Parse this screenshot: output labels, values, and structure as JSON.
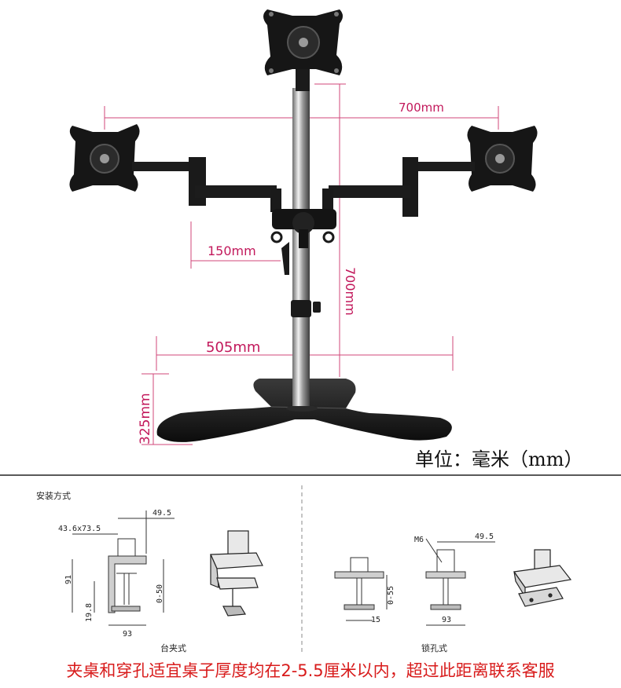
{
  "dimensions": {
    "width_top": "700mm",
    "arm_length": "150mm",
    "pole_height": "700mm",
    "base_width": "505mm",
    "base_height": "325mm"
  },
  "unit_label": "单位：毫米（mm）",
  "install": {
    "heading": "安装方式",
    "clamp": {
      "caption": "台夹式",
      "dims": {
        "top_width": "49.5",
        "plate": "43.6x73.5",
        "height": "91",
        "lower": "19.8",
        "range": "0-50",
        "base": "93"
      }
    },
    "grommet": {
      "caption": "锁孔式",
      "dims": {
        "screw": "M6",
        "top_width": "49.5",
        "range": "0-55",
        "small": "15",
        "base": "93"
      }
    }
  },
  "footer_note": "夹桌和穿孔适宜桌子厚度均在2-5.5厘米以内，超过此距离联系客服",
  "colors": {
    "dimension": "#c2185b",
    "footer": "#d81b1b",
    "metal": "#1a1a1a"
  }
}
